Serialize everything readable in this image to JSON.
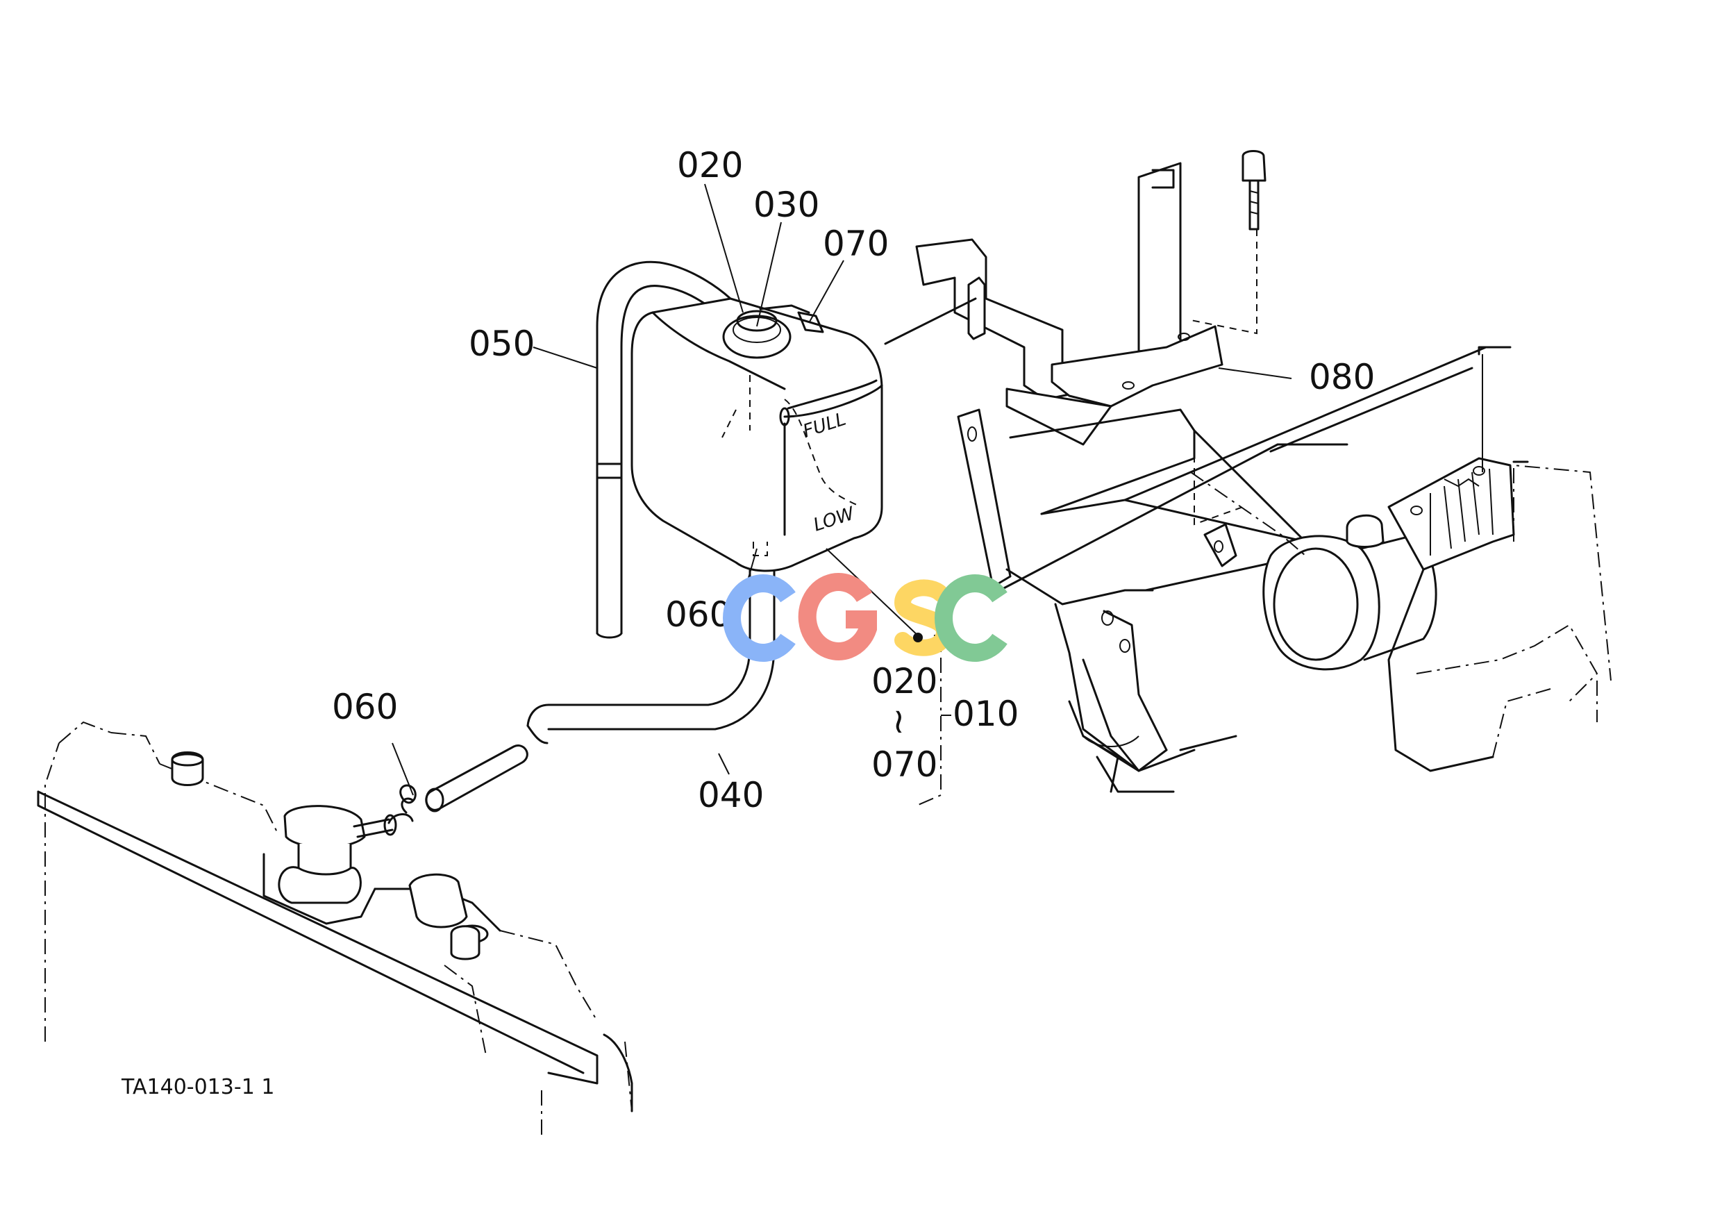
{
  "callouts": {
    "c020_top": "020",
    "c030": "030",
    "c070_top": "070",
    "c050": "050",
    "c080": "080",
    "c060_tank": "060",
    "c020_group": "020",
    "c_range": "≀",
    "c010": "010",
    "c070_group": "070",
    "c060_hose": "060",
    "c040": "040"
  },
  "tank_marks": {
    "full": "FULL",
    "low": "LOW"
  },
  "figure_code": "TA140-013-1 1",
  "watermark": {
    "letters": [
      "C",
      "G",
      "S",
      "C"
    ],
    "colors": [
      "#8ab4f8",
      "#f28b82",
      "#fdd663",
      "#81c995"
    ]
  }
}
